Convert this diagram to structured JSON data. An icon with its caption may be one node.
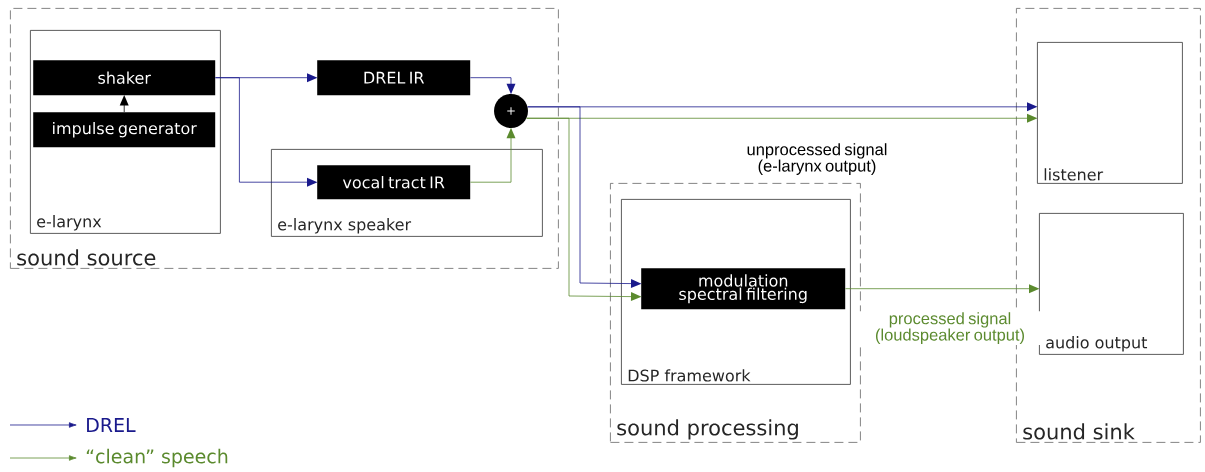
{
  "diagram": {
    "nodes": [
      {
        "text": [
          "sound source"
        ]
      },
      {
        "text": [
          "e-larynx"
        ],
        "in": 0
      },
      {
        "text": [
          "shaker"
        ],
        "in": 1
      },
      {
        "text": [
          "impulse generator"
        ],
        "in": 1
      },
      {
        "text": [
          "DREL IR"
        ],
        "in": 0
      },
      {
        "text": [
          "+"
        ],
        "in": 0
      },
      {
        "text": [
          "e-larynx speaker"
        ],
        "in": 0
      },
      {
        "text": [
          "vocal tract IR"
        ],
        "in": 6
      },
      {
        "text": [
          "sound processing"
        ]
      },
      {
        "text": [
          "DSP framework"
        ],
        "in": 8
      },
      {
        "text": [
          "modulation spectral filtering"
        ],
        "in": 9
      },
      {
        "text": [
          "sound sink"
        ]
      },
      {
        "text": [
          "listener"
        ],
        "in": 11
      },
      {
        "text": [
          "audio output"
        ],
        "in": 11
      }
    ],
    "edges": [
      {
        "from": 3,
        "to": 2,
        "arrow": "to",
        "color": "#000000"
      },
      {
        "from": 2,
        "to": 4,
        "arrow": "to"
      },
      {
        "from": 2,
        "to": 7,
        "arrow": "to"
      },
      {
        "from": 4,
        "to": 5,
        "arrow": "to"
      },
      {
        "from": 7,
        "to": 5,
        "arrow": "to",
        "color": "#5b8a2e"
      },
      {
        "from": 5,
        "to": 12,
        "arrow": "to"
      },
      {
        "from": 5,
        "to": 12,
        "arrow": "to",
        "color": "#5b8a2e",
        "label": "unprocessed signal (e-larynx output)"
      },
      {
        "from": 5,
        "to": 10,
        "arrow": "to"
      },
      {
        "from": 5,
        "to": 10,
        "arrow": "to",
        "color": "#5b8a2e"
      },
      {
        "from": 10,
        "to": 13,
        "arrow": "to",
        "color": "#5b8a2e",
        "label": "processed signal (loudspeaker output)"
      }
    ],
    "legend": [
      {
        "text": "DREL"
      },
      {
        "text": "“clean” speech"
      }
    ]
  }
}
